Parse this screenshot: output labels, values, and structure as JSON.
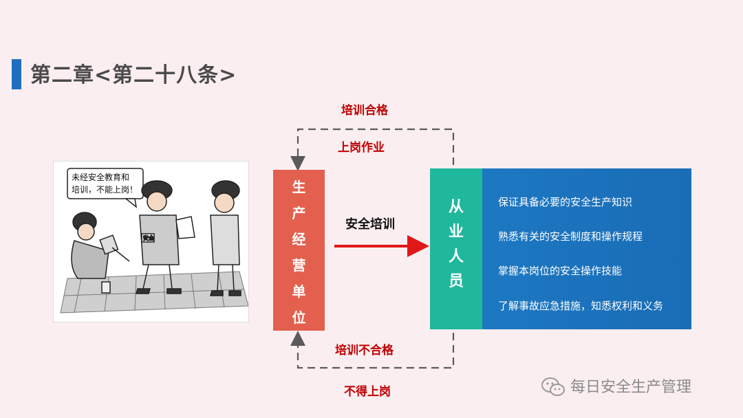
{
  "slide": {
    "title": "第二章<第二十八条>"
  },
  "cartoon": {
    "speech": [
      "未经安全教育和",
      "培训，不能上岗！"
    ],
    "armband": "安全"
  },
  "flow": {
    "top_label_1": "培训合格",
    "top_label_2": "上岗作业",
    "middle_label": "安全培训",
    "bottom_label_1": "培训不合格",
    "bottom_label_2": "不得上岗",
    "org_unit_chars": [
      "生",
      "产",
      "经",
      "营",
      "单",
      "位"
    ],
    "worker_chars": [
      "从",
      "业",
      "人",
      "员"
    ]
  },
  "requirements": [
    "保证具备必要的安全生产知识",
    "熟悉有关的安全制度和操作规程",
    "掌握本岗位的安全操作技能",
    "了解事故应急措施，知悉权利和义务"
  ],
  "footer": {
    "brand": "每日安全生产管理",
    "icon": "wechat-icon"
  },
  "colors": {
    "background": "#fbeef0",
    "title_bar": "#1f6fc0",
    "org_box": "#e4604e",
    "worker_box": "#1fb89c",
    "requirements_box": "#1d78c2",
    "label_red": "#c00000",
    "arrow_red": "#e01818",
    "dashed_line": "#5a5a5a"
  }
}
